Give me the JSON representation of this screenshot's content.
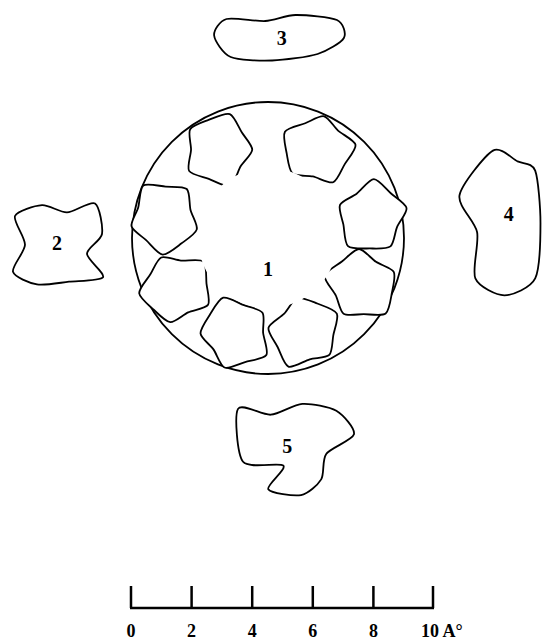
{
  "diagram": {
    "nodes": [
      {
        "text": [
          "3"
        ]
      },
      {
        "text": [
          "2"
        ]
      },
      {
        "text": [
          "1"
        ]
      },
      {
        "text": [
          "4"
        ]
      },
      {
        "text": [
          "5"
        ]
      }
    ],
    "labels": [
      "0",
      "2",
      "4",
      "6",
      "8",
      "10 A°"
    ]
  }
}
